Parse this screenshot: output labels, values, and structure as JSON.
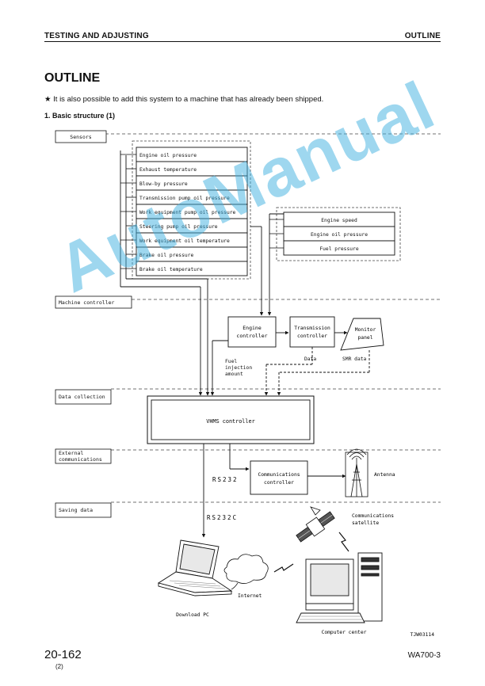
{
  "header": {
    "left": "TESTING AND ADJUSTING",
    "right": "OUTLINE"
  },
  "title": "OUTLINE",
  "note": "★ It is also possible to add this system to a machine that has already been shipped.",
  "subtitle": "1.  Basic structure (1)",
  "diagram": {
    "sections": {
      "sensors": "Sensors",
      "machine_controller": "Machine controller",
      "data_collection": "Data collection",
      "external_1": "External",
      "external_2": "communications",
      "saving": "Saving data"
    },
    "sensors_left": [
      "Engine oil pressure",
      "Exhaust temperature",
      "Blow-by pressure",
      "Transmission pump oil pressure",
      "Work equipment pump oil pressure",
      "Steering pump oil pressure",
      "Work equipment oil temperature",
      "Brake oil pressure",
      "Brake oil temperature"
    ],
    "sensors_right": [
      "Engine speed",
      "Engine oil pressure",
      "Fuel pressure"
    ],
    "engine_controller": [
      "Engine",
      "controller"
    ],
    "transmission_controller": [
      "Transmission",
      "controller"
    ],
    "monitor_panel": [
      "Monitor",
      "panel"
    ],
    "fuel_injection": [
      "Fuel",
      "injection",
      "amount"
    ],
    "data_label": "Data",
    "smr_label": "SMR data",
    "vhms": "VHMS controller",
    "rs232": "RS232",
    "comm_controller": [
      "Communications",
      "controller"
    ],
    "antenna": "Antenna",
    "rs232c": "RS232C",
    "satellite": [
      "Communications",
      "satellite"
    ],
    "internet": "Internet",
    "download_pc": "Download PC",
    "computer_center": "Computer center",
    "figure_id": "TJW03114"
  },
  "watermark": "AutoManual",
  "footer": {
    "page": "20-162",
    "page_sub": "(2)",
    "model": "WA700-3"
  }
}
